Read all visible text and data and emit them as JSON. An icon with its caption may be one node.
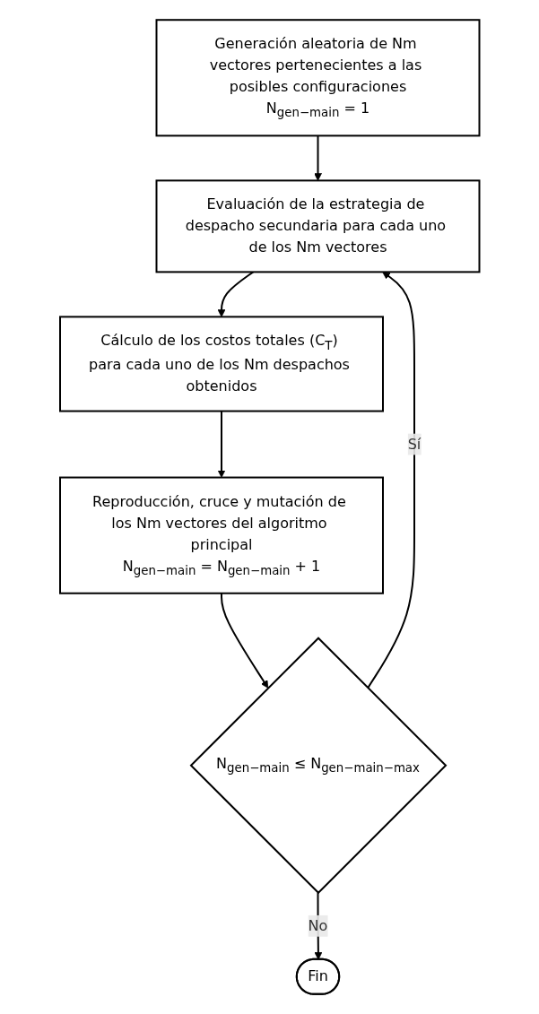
{
  "diagram": {
    "nodes": [
      {
        "text": [
          "Generación aleatoria de Nm vectores pertenecientes a las posibles configuraciones",
          "N$_{gen−main}$ = 1"
        ]
      },
      {
        "text": [
          "Evaluación de la estrategia de despacho secundaria para cada uno de los Nm vectores"
        ]
      },
      {
        "text": [
          "Cálculo de los costos totales (C$_{T}$) para cada uno de los Nm despachos obtenidos"
        ]
      },
      {
        "text": [
          "Reproducción, cruce y mutación de los Nm vectores del algoritmo principal",
          "N$_{gen−main}$ = N$_{gen−main}$ + 1"
        ]
      },
      {
        "text": [
          "N$_{gen−main}$ ≤ N$_{gen−main−max}$"
        ]
      },
      {
        "text": [
          "Fin"
        ]
      }
    ],
    "edges": [
      {
        "from": 0,
        "to": 1,
        "arrow": "to"
      },
      {
        "from": 1,
        "to": 2,
        "arrow": "to"
      },
      {
        "from": 2,
        "to": 3,
        "arrow": "to"
      },
      {
        "from": 3,
        "to": 4,
        "arrow": "to"
      },
      {
        "from": 4,
        "to": 1,
        "arrow": "to",
        "label": "Sí"
      },
      {
        "from": 4,
        "to": 5,
        "arrow": "to",
        "label": "No"
      }
    ]
  }
}
